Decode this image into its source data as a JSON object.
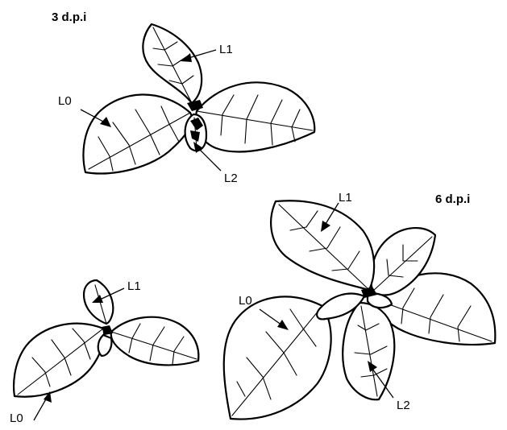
{
  "panels": {
    "top": {
      "title": "3 d.p.i",
      "labels": {
        "l1": "L1",
        "l0": "L0",
        "l2": "L2"
      }
    },
    "bottom_left": {
      "labels": {
        "l1": "L1",
        "l0": "L0"
      }
    },
    "right": {
      "title": "6 d.p.i",
      "labels": {
        "l1": "L1",
        "l0": "L0",
        "l2": "L2"
      }
    }
  }
}
